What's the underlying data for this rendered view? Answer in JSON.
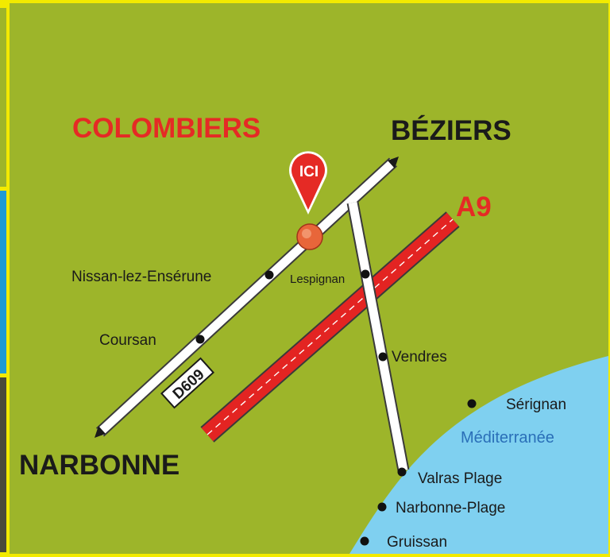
{
  "map": {
    "colors": {
      "land": "#9db52a",
      "sea": "#7fd0f0",
      "frame": "#f2ea00",
      "road": "#ffffff",
      "road_outline": "#3a3a3a",
      "motorway": "#e32422",
      "accent_red": "#e52a25",
      "dark_text": "#1a1a1a",
      "sea_text": "#2a6fb8"
    },
    "cities": {
      "colombiers": "COLOMBIERS",
      "beziers": "BÉZIERS",
      "narbonne": "NARBONNE"
    },
    "motorway_label": "A9",
    "road_label": "D609",
    "marker_label": "ICI",
    "sea_label": "Méditerranée",
    "towns": {
      "nissan": "Nissan-lez-Ensérune",
      "coursan": "Coursan",
      "lespignan": "Lespignan",
      "vendres": "Vendres",
      "serignan": "Sérignan",
      "valras": "Valras Plage",
      "narbonne_plage": "Narbonne-Plage",
      "gruissan": "Gruissan"
    }
  }
}
